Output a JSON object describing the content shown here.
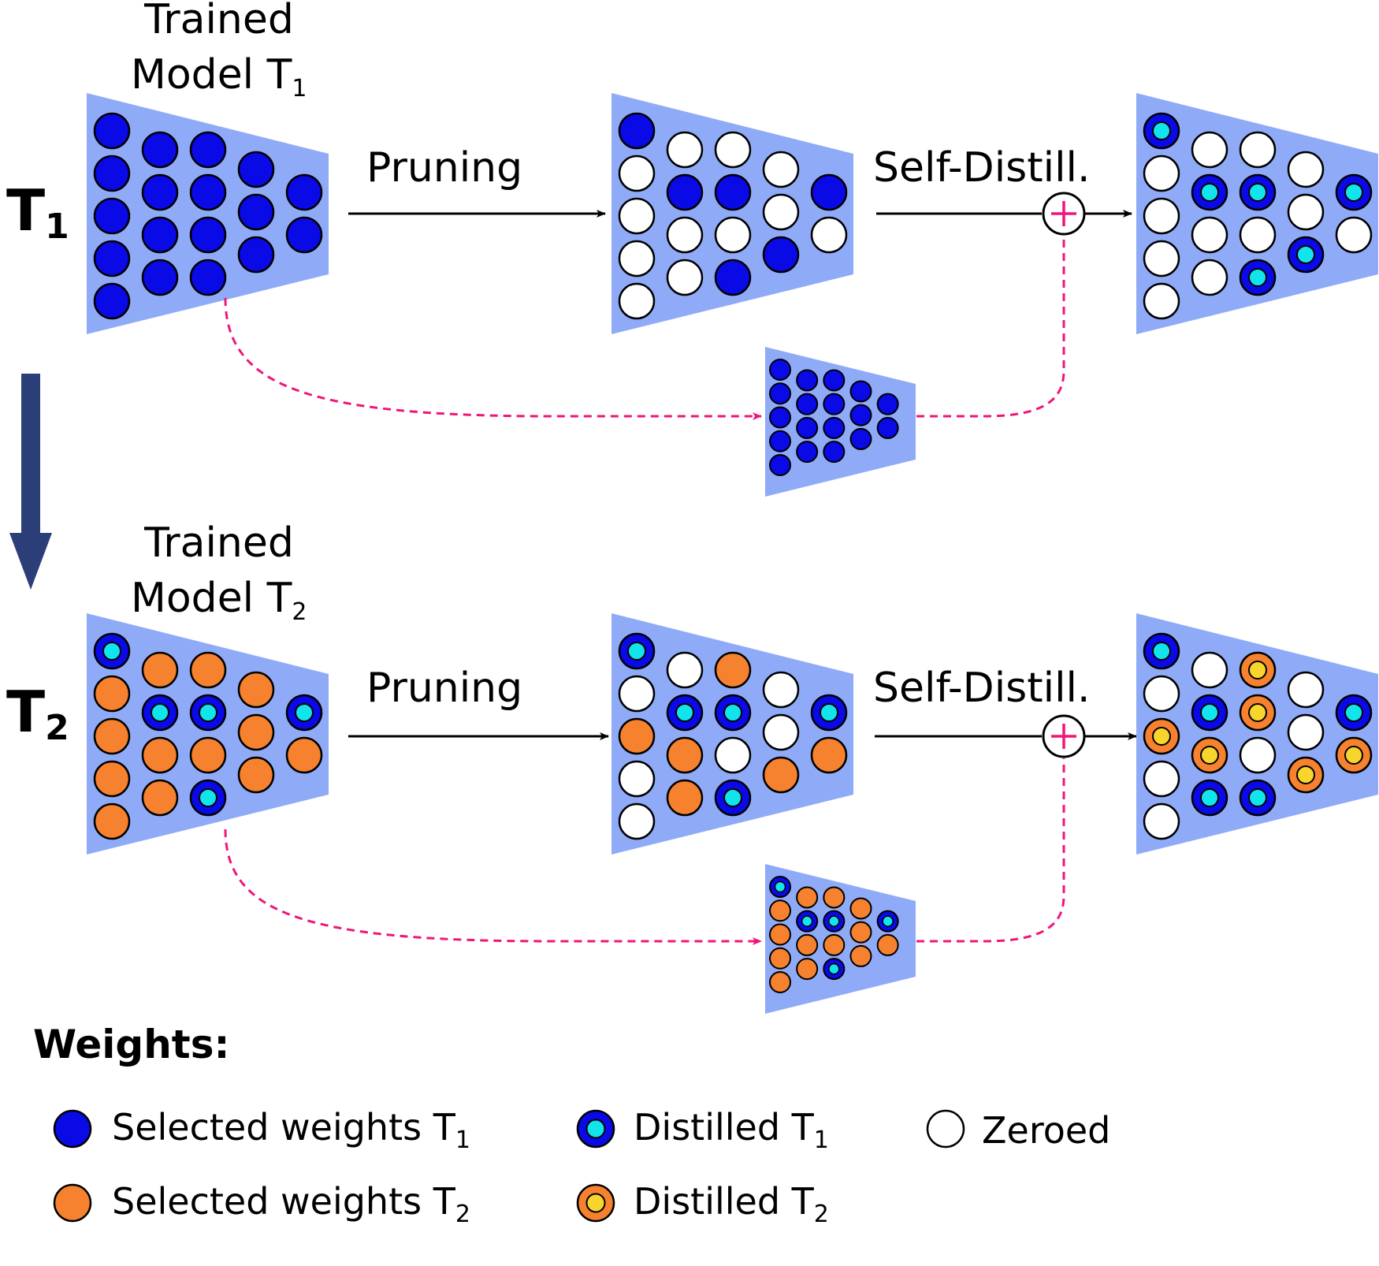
{
  "colors": {
    "network_fill": "#8FABF8",
    "selected_t1": "#0A0AE6",
    "selected_t2": "#F6812F",
    "distilled_t1_inner": "#12E4EC",
    "distilled_t2_inner": "#F7D52C",
    "zeroed": "#FFFFFF",
    "skip_connection": "#F0157A",
    "task_arrow": "#2C3E78",
    "flow_arrow": "#000000"
  },
  "icons": {
    "sum_node": "circle-plus-icon",
    "task_transition": "down-arrow-icon"
  },
  "rows": [
    {
      "task_label": "T",
      "task_sub": "1",
      "model_title_line1": "Trained",
      "model_title_line2": "Model T",
      "model_title_sub": "1",
      "step1_label": "Pruning",
      "step2_label": "Self-Distill.",
      "states": {
        "trained": [
          "s1",
          "s1",
          "s1",
          "s1",
          "s1",
          "s1",
          "s1",
          "s1",
          "s1",
          "s1",
          "s1",
          "s1",
          "s1",
          "s1",
          "s1",
          "s1",
          "s1",
          "s1"
        ],
        "pruned": [
          "s1",
          "z",
          "z",
          "z",
          "z",
          "z",
          "s1",
          "z",
          "z",
          "z",
          "s1",
          "z",
          "s1",
          "z",
          "z",
          "s1",
          "s1",
          "z"
        ],
        "small": [
          "s1",
          "s1",
          "s1",
          "s1",
          "s1",
          "s1",
          "s1",
          "s1",
          "s1",
          "s1",
          "s1",
          "s1",
          "s1",
          "s1",
          "s1",
          "s1",
          "s1",
          "s1"
        ],
        "distilled": [
          "d1",
          "z",
          "z",
          "z",
          "z",
          "z",
          "d1",
          "z",
          "z",
          "z",
          "d1",
          "z",
          "d1",
          "z",
          "z",
          "d1",
          "d1",
          "z"
        ]
      }
    },
    {
      "task_label": "T",
      "task_sub": "2",
      "model_title_line1": "Trained",
      "model_title_line2": "Model T",
      "model_title_sub": "2",
      "step1_label": "Pruning",
      "step2_label": "Self-Distill.",
      "states": {
        "trained": [
          "d1",
          "s2",
          "s2",
          "s2",
          "s2",
          "s2",
          "d1",
          "s2",
          "s2",
          "s2",
          "d1",
          "s2",
          "d1",
          "s2",
          "s2",
          "s2",
          "d1",
          "s2"
        ],
        "pruned": [
          "d1",
          "z",
          "s2",
          "z",
          "z",
          "z",
          "d1",
          "s2",
          "s2",
          "s2",
          "d1",
          "z",
          "d1",
          "z",
          "z",
          "s2",
          "d1",
          "s2"
        ],
        "small": [
          "d1",
          "s2",
          "s2",
          "s2",
          "s2",
          "s2",
          "d1",
          "s2",
          "s2",
          "s2",
          "d1",
          "s2",
          "d1",
          "s2",
          "s2",
          "s2",
          "d1",
          "s2"
        ],
        "distilled": [
          "d1",
          "z",
          "d2",
          "z",
          "z",
          "z",
          "d1",
          "d2",
          "d1",
          "d2",
          "d2",
          "z",
          "d1",
          "z",
          "z",
          "d2",
          "d1",
          "d2"
        ]
      }
    }
  ],
  "legend": {
    "title": "Weights:",
    "items": [
      {
        "type": "s1",
        "label": "Selected weights T",
        "sub": "1"
      },
      {
        "type": "d1",
        "label": "Distilled T",
        "sub": "1"
      },
      {
        "type": "z",
        "label": "Zeroed",
        "sub": ""
      },
      {
        "type": "s2",
        "label": "Selected weights T",
        "sub": "2"
      },
      {
        "type": "d2",
        "label": "Distilled T",
        "sub": "2"
      }
    ]
  }
}
